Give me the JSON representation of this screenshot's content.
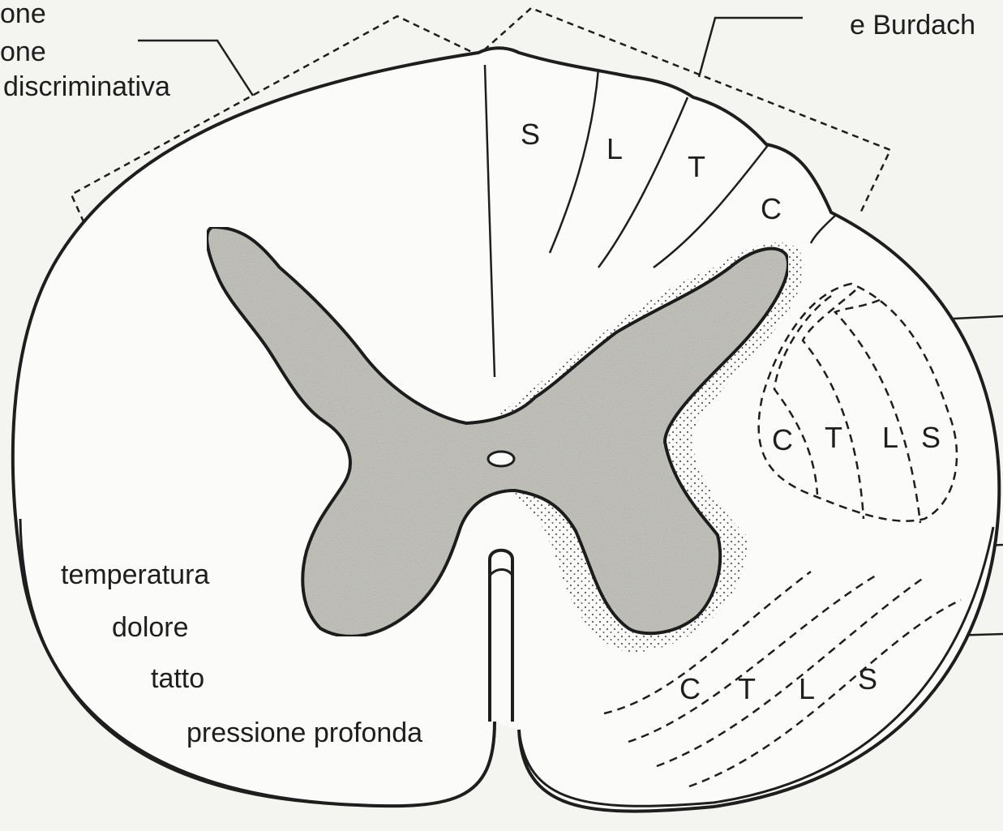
{
  "labels": {
    "top_left_lines": [
      "one",
      "one",
      "discriminativa"
    ],
    "top_right": "e Burdach",
    "dorsal_segments": [
      "S",
      "L",
      "T",
      "C"
    ],
    "lateral_segments": [
      "C",
      "T",
      "L",
      "S"
    ],
    "ventral_segments": [
      "C",
      "T",
      "L",
      "S"
    ],
    "left_modalities": [
      "temperatura",
      "dolore",
      "tatto",
      "pressione profonda"
    ]
  },
  "colors": {
    "background": "#f4f4f1",
    "ink": "#1e1e1e",
    "gray_matter": "#c9c9c2"
  }
}
